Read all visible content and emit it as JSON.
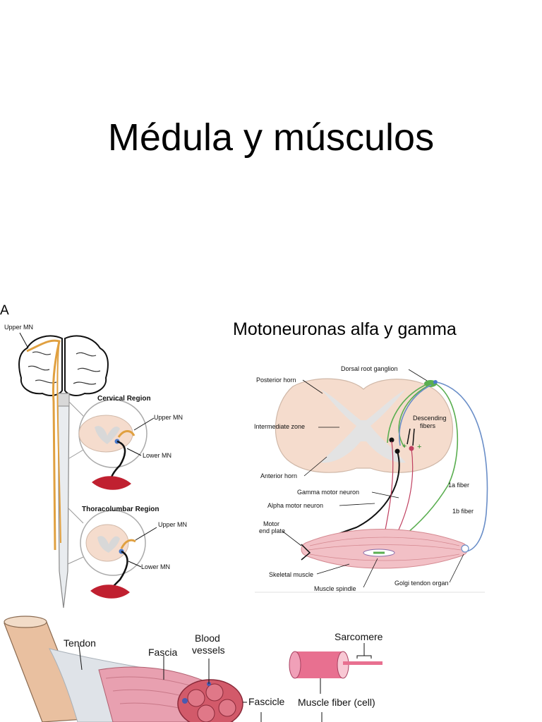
{
  "slide": {
    "title": "Médula y músculos"
  },
  "panel_a": {
    "letter": "A",
    "upper_mn_top": "Upper MN",
    "cervical_region": "Cervical Region",
    "thoracolumbar_region": "Thoracolumbar Region",
    "cervical_upper_mn": "Upper MN",
    "cervical_lower_mn": "Lower MN",
    "thoracolumbar_upper_mn": "Upper MN",
    "thoracolumbar_lower_mn": "Lower MN"
  },
  "motor_panel": {
    "heading": "Motoneuronas alfa y gamma",
    "labels": {
      "dorsal_root_ganglion": "Dorsal root ganglion",
      "posterior_horn": "Posterior horn",
      "descending_fibers_1": "Descending",
      "descending_fibers_2": "fibers",
      "intermediate_zone": "Intermediate zone",
      "fiber_1a": "1a fiber",
      "anterior_horn": "Anterior horn",
      "gamma_motor_neuron": "Gamma motor neuron",
      "fiber_1b": "1b fiber",
      "alpha_motor_neuron": "Alpha motor neuron",
      "motor_end_plate_1": "Motor",
      "motor_end_plate_2": "end plate",
      "skeletal_muscle": "Skeletal muscle",
      "golgi_tendon_organ": "Golgi tendon organ",
      "muscle_spindle": "Muscle spindle"
    }
  },
  "muscle_panel": {
    "tendon": "Tendon",
    "fascia": "Fascia",
    "blood_vessels_1": "Blood",
    "blood_vessels_2": "vessels",
    "fascicle": "Fascicle",
    "sarcomere": "Sarcomere",
    "muscle_fiber": "Muscle fiber (cell)"
  },
  "colors": {
    "upper_mn_tract": "#e0a040",
    "lower_mn": "#111111",
    "muscle_red": "#c02030",
    "cord_tissue": "#f5dccd",
    "fiber_1a": "#5aae50",
    "fiber_1b": "#6a8ec8",
    "muscle_pink": "#e8a0b0"
  }
}
